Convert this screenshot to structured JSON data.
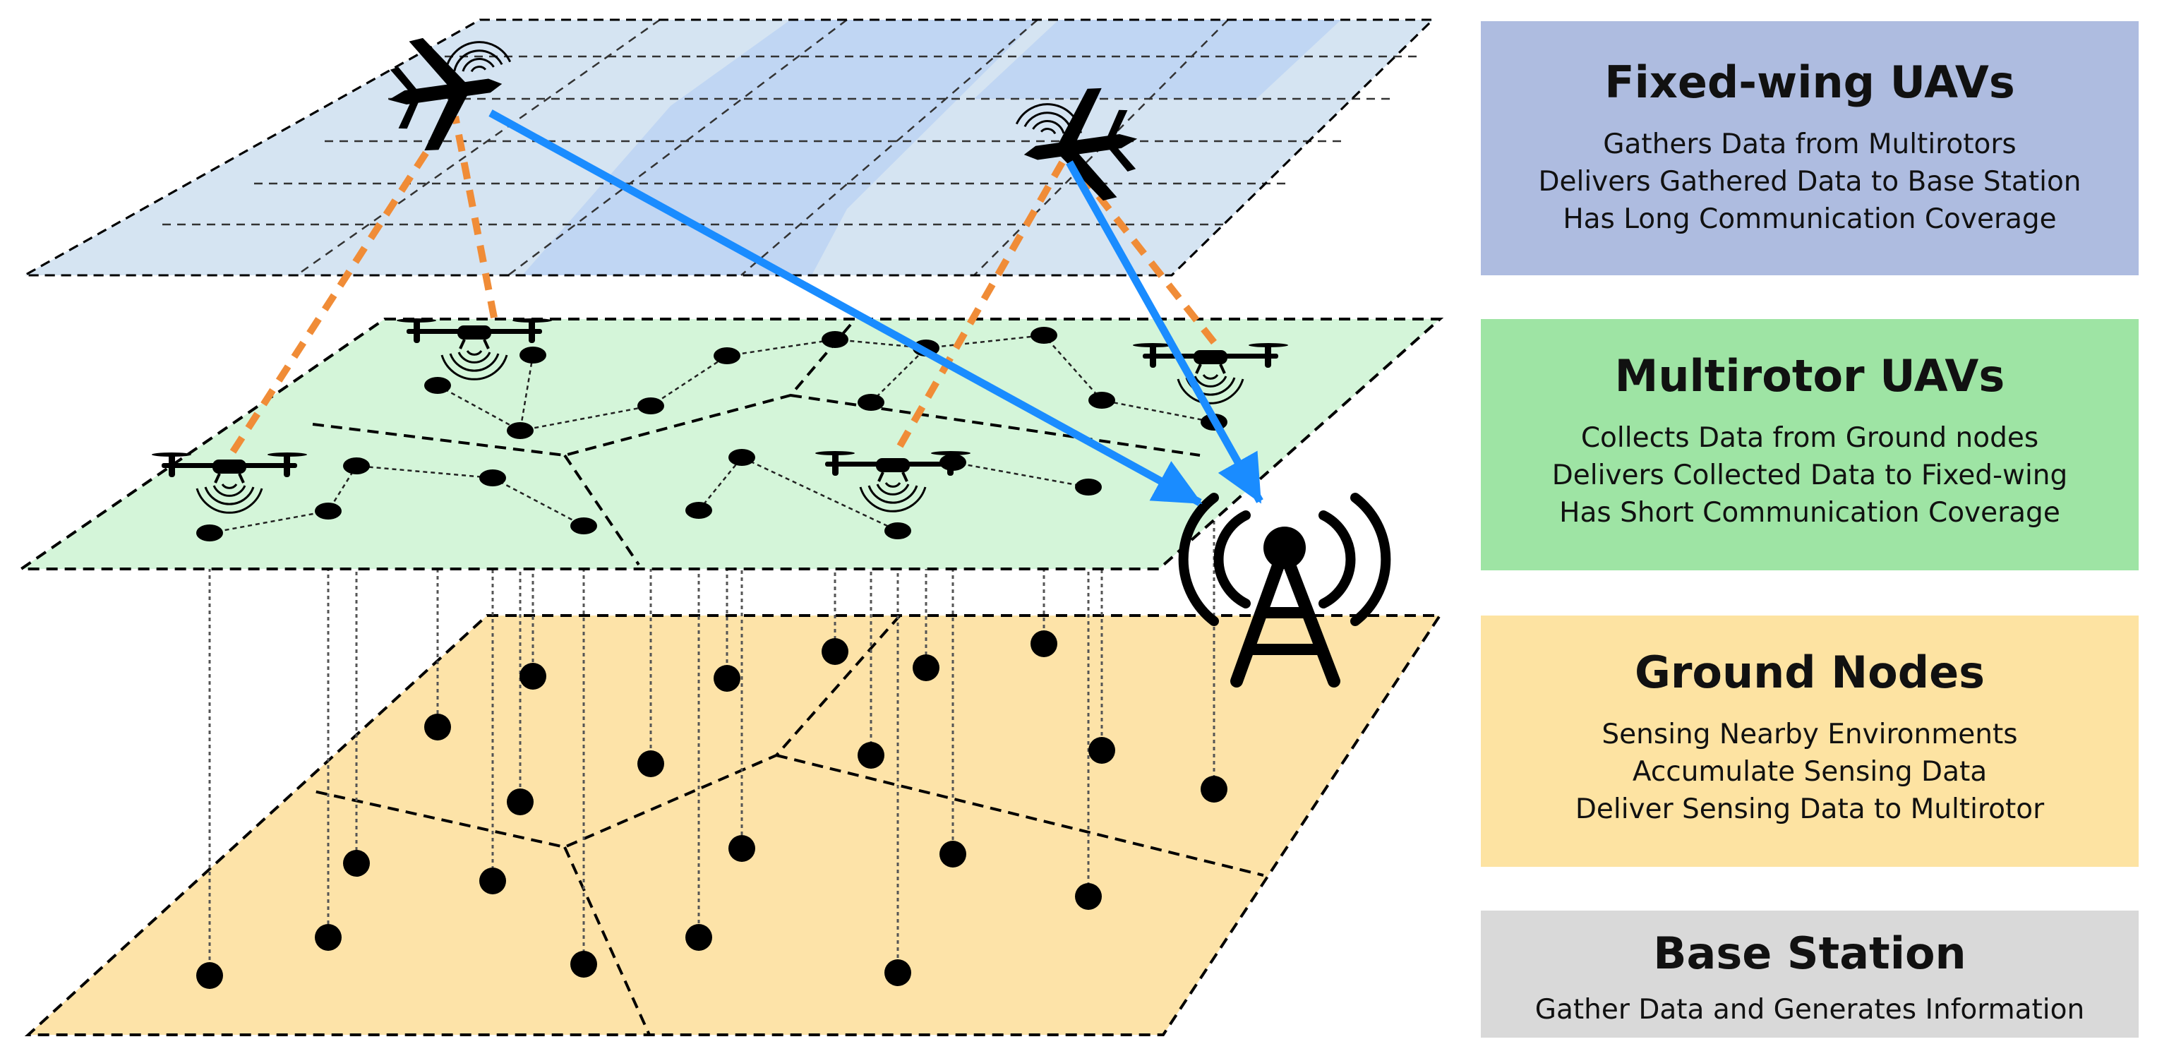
{
  "colors": {
    "fixed_wing_layer": "#d5e4f2",
    "fixed_wing_highlight": "#c0d6f3",
    "multirotor_layer": "#d4f5d9",
    "ground_layer": "#fde3a8",
    "fixed_wing_panel": "#aebce0",
    "multirotor_panel": "#9ee4a4",
    "ground_panel": "#fde3a2",
    "base_panel": "#d9d9d9",
    "fixed_to_base_link": "#1a8cff",
    "multirotor_to_fixed_link": "#f08c37",
    "node": "#000000"
  },
  "icons": {
    "fixed_wing": "airplane-icon",
    "multirotor": "drone-icon",
    "base_station": "radio-tower-icon",
    "broadcast": "signal-waves-icon"
  },
  "legend": {
    "fixed_wing": {
      "title": "Fixed-wing UAVs",
      "lines": [
        "Gathers Data from Multirotors",
        "Delivers Gathered Data to Base Station",
        "Has Long Communication Coverage"
      ]
    },
    "multirotor": {
      "title": "Multirotor UAVs",
      "lines": [
        "Collects Data from Ground nodes",
        "Delivers Collected Data to Fixed-wing",
        "Has Short Communication Coverage"
      ]
    },
    "ground": {
      "title": "Ground Nodes",
      "lines": [
        "Sensing Nearby Environments",
        "Accumulate Sensing Data",
        "Deliver Sensing Data to Multirotor"
      ]
    },
    "base": {
      "title": "Base Station",
      "lines": [
        "Gather Data and Generates Information"
      ]
    }
  }
}
